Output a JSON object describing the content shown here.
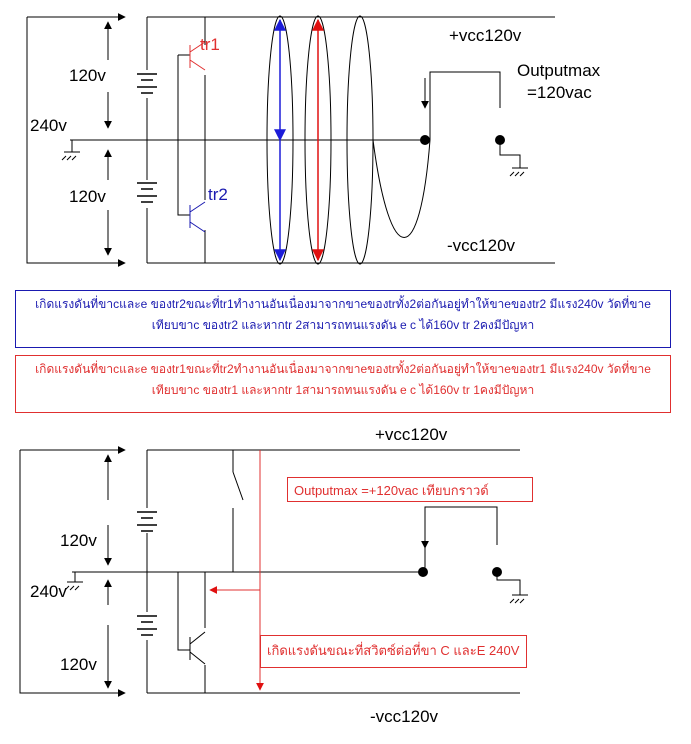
{
  "top_circuit": {
    "vcc_pos": "+vcc120v",
    "vcc_neg": "-vcc120v",
    "upper_voltage": "120v",
    "lower_voltage": "120v",
    "mid_voltage": "240v",
    "tr1": "tr1",
    "tr2": "tr2",
    "output_title": "Outputmax",
    "output_value": "=120vac"
  },
  "notes": {
    "blue_line1": "เกิดแรงดันที่ขาcและe ของtr2ขณะที่tr1ทำงานอันเนื่องมาจากขาeของtrทั้ง2ต่อกันอยู่ทำให้ขาeของtr2 มีแรง240v วัดที่ขาe",
    "blue_line2": "เทียบขาc ของtr2 และหากtr 2สามารถทนแรงดัน e c ได้160v  tr 2คงมีปัญหา",
    "red_line1": "เกิดแรงดันที่ขาcและe ของtr1ขณะที่tr2ทำงานอันเนื่องมาจากขาeของtrทั้ง2ต่อกันอยู่ทำให้ขาeของtr1 มีแรง240v วัดที่ขาe",
    "red_line2": "เทียบขาc ของtr1 และหากtr 1สามารถทนแรงดัน e c ได้160v  tr 1คงมีปัญหา"
  },
  "bottom_circuit": {
    "vcc_pos": "+vcc120v",
    "vcc_neg": "-vcc120v",
    "upper_voltage": "120v",
    "lower_voltage": "120v",
    "mid_voltage": "240v",
    "output_tag": "Outputmax =+120vac เทียบกราวด์",
    "message": "เกิดแรงดันขณะที่สวิตซ์ต่อที่ขา C และE 240V"
  },
  "colors": {
    "blue": "#1a1ab0",
    "red": "#e03030",
    "arrow_blue": "#1c1cd8",
    "arrow_red": "#e01010"
  }
}
